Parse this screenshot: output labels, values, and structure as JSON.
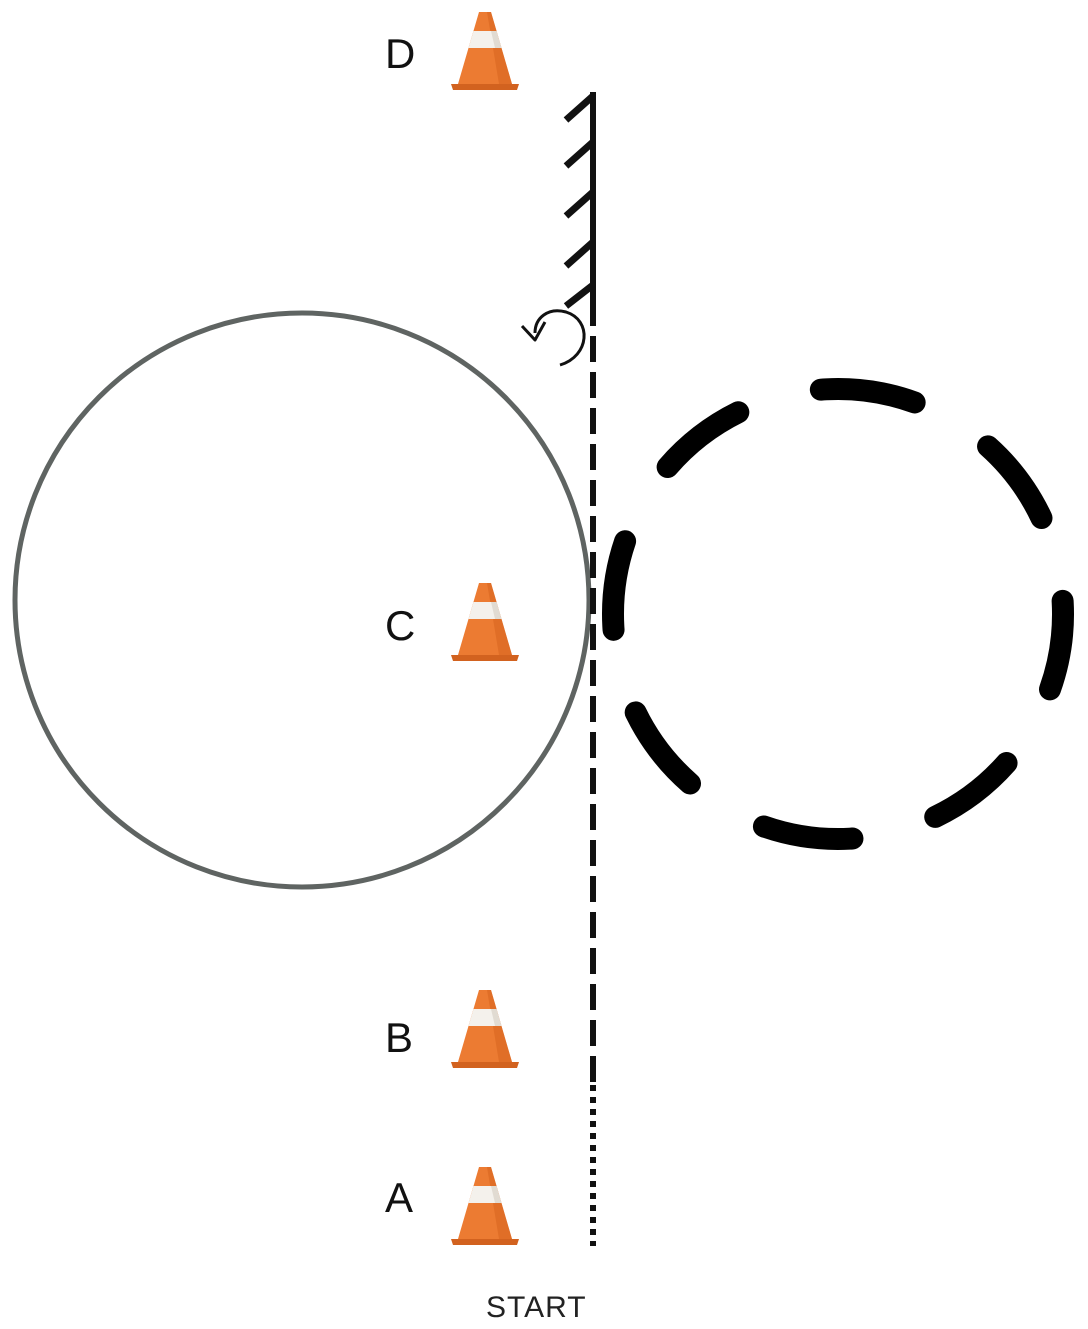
{
  "cones": [
    {
      "label": "D"
    },
    {
      "label": "C"
    },
    {
      "label": "B"
    },
    {
      "label": "A"
    }
  ],
  "start_label": "START",
  "colors": {
    "cone_orange": "#ec7b32",
    "cone_dark": "#c9591c",
    "cone_stripe": "#f4f1ec",
    "solid_circle": "#5f6462",
    "dashed_circle": "#000000",
    "line": "#111111"
  },
  "icons": {
    "turn_arrow": "counterclockwise-turn-arrow-icon",
    "cone": "traffic-cone-icon"
  }
}
